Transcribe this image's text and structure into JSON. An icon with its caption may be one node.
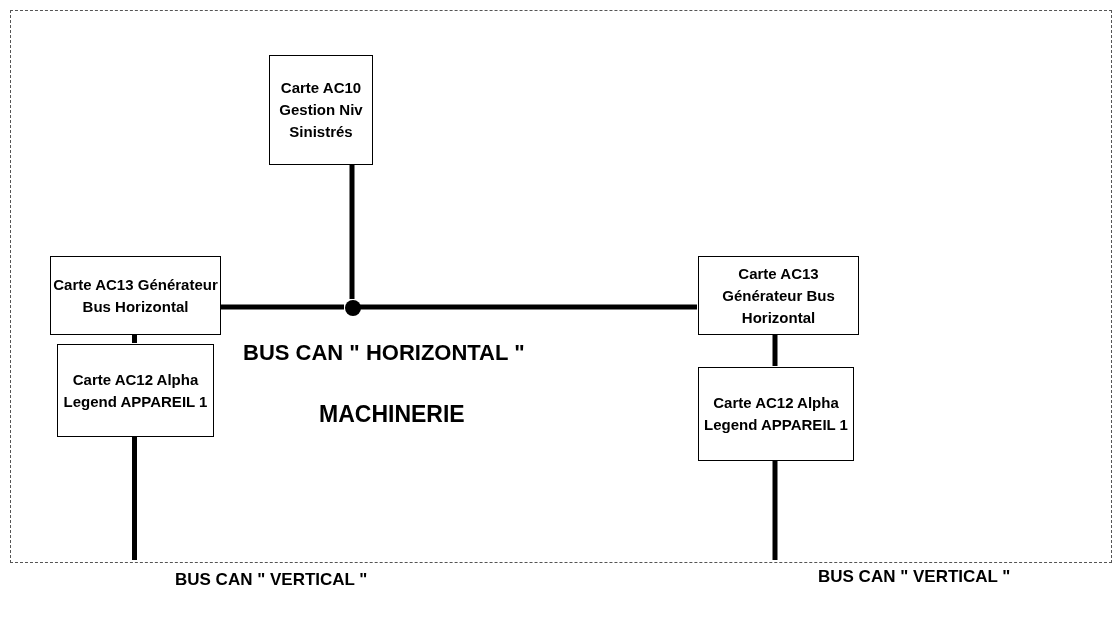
{
  "diagram": {
    "nodes": [
      {
        "text": [
          "MACHINERIE"
        ]
      },
      {
        "text": [
          "Carte AC10 Gestion Niv Sinistrés"
        ],
        "in": 0
      },
      {
        "text": [
          "Carte AC13 Générateur Bus Horizontal"
        ],
        "in": 0
      },
      {
        "text": [],
        "shape": "circle",
        "in": 0
      },
      {
        "text": [
          "Carte AC13 Générateur Bus Horizontal"
        ],
        "in": 0
      },
      {
        "text": [
          "Carte AC12 Alpha Legend APPAREIL 1"
        ],
        "in": 0
      },
      {
        "text": [
          "Carte AC12 Alpha Legend APPAREIL 1"
        ],
        "in": 0
      }
    ],
    "edges": [
      {
        "from": 1,
        "to": 3,
        "arrow": "none"
      },
      {
        "from": 2,
        "to": 3,
        "arrow": "none"
      },
      {
        "from": 3,
        "to": 4,
        "arrow": "none"
      },
      {
        "from": 2,
        "to": 5,
        "arrow": "none"
      },
      {
        "from": 4,
        "to": 6,
        "arrow": "none"
      },
      {
        "from": 5,
        "to": null,
        "arrow": "none"
      },
      {
        "from": 6,
        "to": null,
        "arrow": "none"
      }
    ],
    "labels": [
      "BUS CAN \" HORIZONTAL \"",
      "BUS CAN \" VERTICAL \"",
      "BUS CAN \" VERTICAL \""
    ]
  }
}
